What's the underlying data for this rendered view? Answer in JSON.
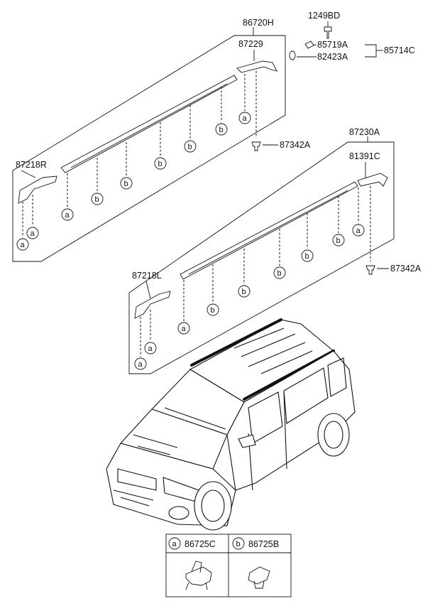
{
  "part_numbers": {
    "upper_rail_assembly": "86720H",
    "upper_end_cap": "87229",
    "bolt": "1249BD",
    "screw": "85719A",
    "washer": "82423A",
    "bracket_kit": "85714C",
    "upper_front_cap": "87218R",
    "upper_clip": "87342A",
    "lower_rail_assembly": "87230A",
    "lower_end_cap": "81391C",
    "lower_clip": "87342A",
    "lower_front_cap": "87218L"
  },
  "letters": {
    "a": "a",
    "b": "b"
  },
  "legend": {
    "a_letter": "a",
    "a_part": "86725C",
    "b_letter": "b",
    "b_part": "86725B"
  }
}
